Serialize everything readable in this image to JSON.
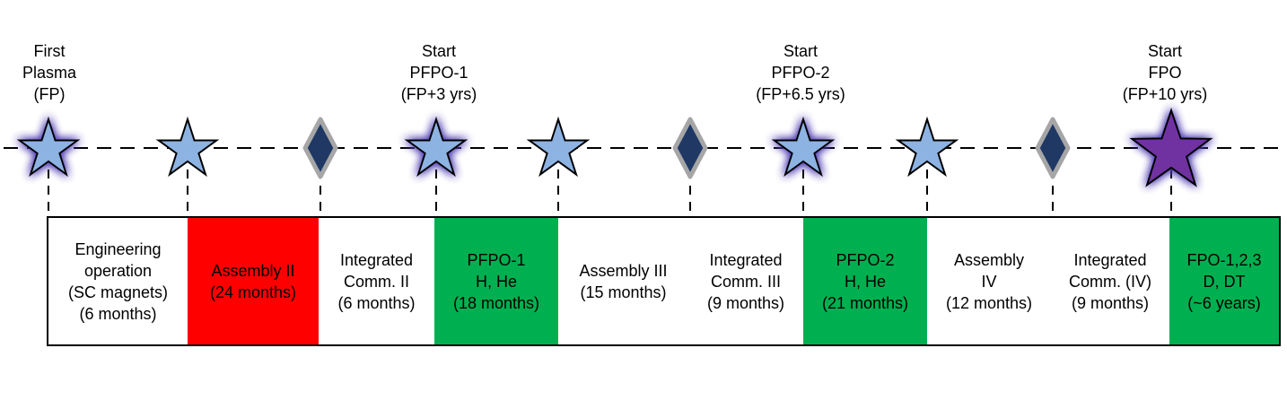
{
  "colors": {
    "white": "#ffffff",
    "red": "#ff0000",
    "green": "#00b050",
    "star_blue": "#8db3e2",
    "star_purple": "#7030a0",
    "diamond_fill": "#1f3864",
    "diamond_border": "#a6a6a6",
    "glow": "#4b3bb0",
    "line": "#000000"
  },
  "milestones": [
    {
      "name": "first-plasma",
      "lines": [
        "First",
        "Plasma",
        "(FP)"
      ]
    },
    {
      "name": "start-pfpo-1",
      "lines": [
        "Start",
        "PFPO-1",
        "(FP+3 yrs)"
      ]
    },
    {
      "name": "start-pfpo-2",
      "lines": [
        "Start",
        "PFPO-2",
        "(FP+6.5 yrs)"
      ]
    },
    {
      "name": "start-fpo",
      "lines": [
        "Start",
        "FPO",
        "(FP+10 yrs)"
      ]
    }
  ],
  "markers": [
    {
      "shape": "star",
      "fill": "star_blue",
      "glow": true
    },
    {
      "shape": "star",
      "fill": "star_blue",
      "glow": false
    },
    {
      "shape": "diamond"
    },
    {
      "shape": "star",
      "fill": "star_blue",
      "glow": true
    },
    {
      "shape": "star",
      "fill": "star_blue",
      "glow": false
    },
    {
      "shape": "diamond"
    },
    {
      "shape": "star",
      "fill": "star_blue",
      "glow": true
    },
    {
      "shape": "star",
      "fill": "star_blue",
      "glow": false
    },
    {
      "shape": "diamond"
    },
    {
      "shape": "star",
      "fill": "star_purple",
      "glow": true
    }
  ],
  "phases": [
    {
      "name": "engineering-operation",
      "color": "white",
      "lines": [
        "Engineering",
        "operation",
        "(SC magnets)",
        "(6 months)"
      ]
    },
    {
      "name": "assembly-ii",
      "color": "red",
      "lines": [
        "Assembly II",
        "(24 months)"
      ]
    },
    {
      "name": "integrated-comm-ii",
      "color": "white",
      "lines": [
        "Integrated",
        "Comm. II",
        "(6 months)"
      ]
    },
    {
      "name": "pfpo-1",
      "color": "green",
      "lines": [
        "PFPO-1",
        "H, He",
        "(18 months)"
      ]
    },
    {
      "name": "assembly-iii",
      "color": "white",
      "lines": [
        "Assembly III",
        "(15 months)"
      ]
    },
    {
      "name": "integrated-comm-iii",
      "color": "white",
      "lines": [
        "Integrated",
        "Comm. III",
        "(9 months)"
      ]
    },
    {
      "name": "pfpo-2",
      "color": "green",
      "lines": [
        "PFPO-2",
        "H, He",
        "(21 months)"
      ]
    },
    {
      "name": "assembly-iv",
      "color": "white",
      "lines": [
        "Assembly",
        "IV",
        "(12 months)"
      ]
    },
    {
      "name": "integrated-comm-iv",
      "color": "white",
      "lines": [
        "Integrated",
        "Comm. (IV)",
        "(9 months)"
      ]
    },
    {
      "name": "fpo",
      "color": "green",
      "lines": [
        "FPO-1,2,3",
        "D, DT",
        "(~6 years)"
      ]
    }
  ]
}
